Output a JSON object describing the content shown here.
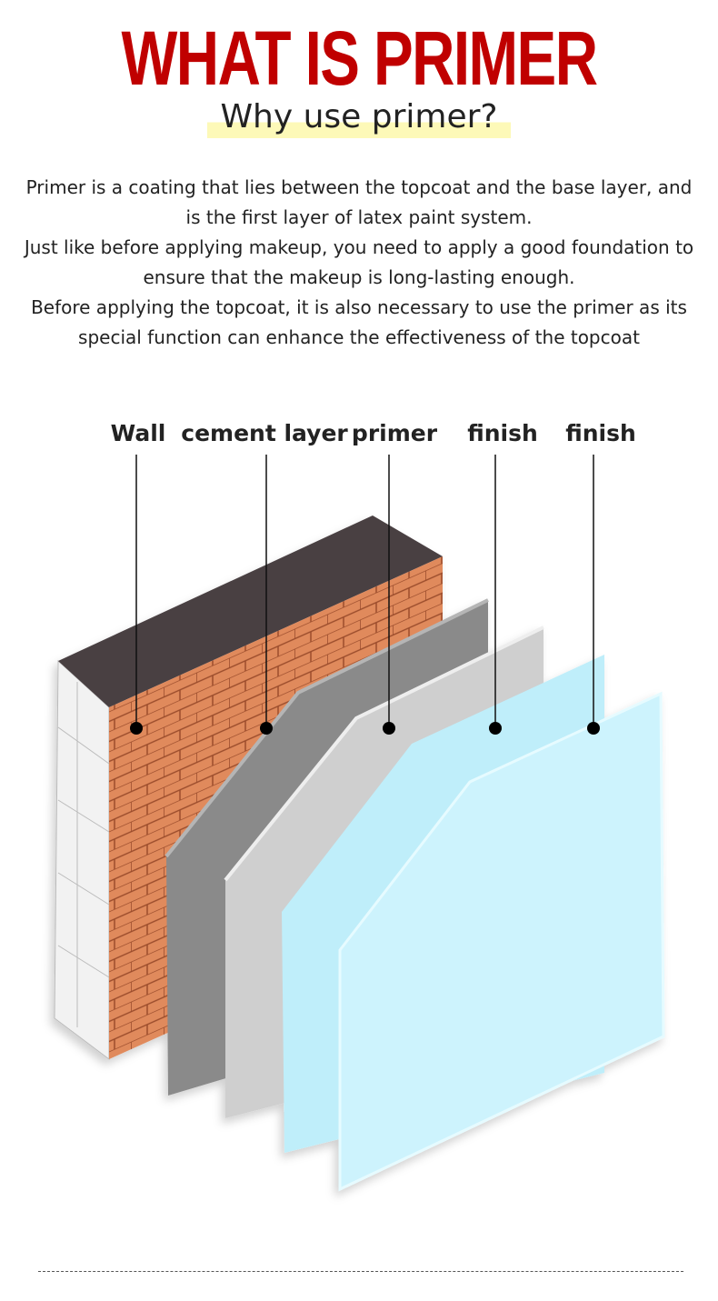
{
  "title": "WHAT IS PRIMER",
  "subtitle": "Why use primer?",
  "paragraphs": [
    "Primer is a coating that lies between the topcoat and the base layer, and is the first layer of latex paint system.",
    "Just like before applying makeup, you need to apply a good foundation to ensure that the makeup is long-lasting enough.",
    "Before applying the topcoat, it is also necessary to use the primer as its special function can enhance the effectiveness of the topcoat"
  ],
  "layers": [
    {
      "label": "Wall",
      "color": "#e08a5c"
    },
    {
      "label": "cement layer",
      "color": "#8a8a8a"
    },
    {
      "label": "primer",
      "color": "#cfcfcf"
    },
    {
      "label": "finish",
      "color": "#bfeefa"
    },
    {
      "label": "finish",
      "color": "#cdf3fd"
    }
  ],
  "colors": {
    "title": "#c00000",
    "highlight": "#fdf9b8"
  }
}
